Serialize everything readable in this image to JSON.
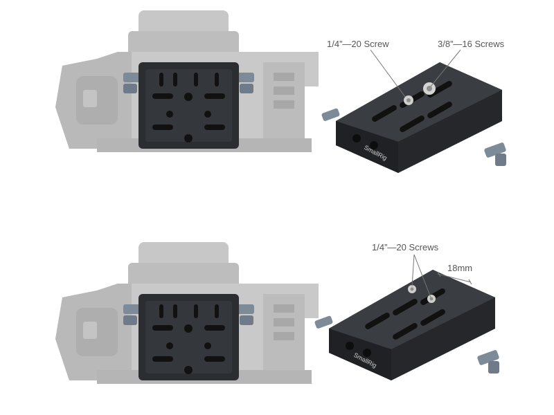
{
  "panels": [
    {
      "callouts": [
        {
          "id": "screw-1-4-20",
          "text": "1/4”—20 Screw"
        },
        {
          "id": "screws-3-8-16",
          "text": "3/8”—16 Screws"
        }
      ],
      "plate_brand": "SmallRig"
    },
    {
      "callouts": [
        {
          "id": "screws-1-4-20",
          "text": "1/4”—20 Screws"
        },
        {
          "id": "offset-18mm",
          "text": "18mm"
        }
      ],
      "plate_brand": "SmallRig"
    }
  ],
  "colors": {
    "camera_body": "#c9c9c9",
    "camera_shade": "#b0b0b0",
    "plate": "#2b2d30",
    "plate_light": "#4a4d52",
    "knob": "#7d8a98",
    "screw": "#cfcfcf",
    "label_text": "#555555"
  }
}
